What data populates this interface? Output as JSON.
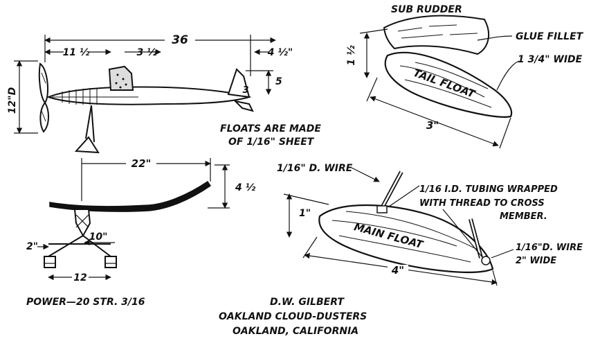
{
  "side_view": {
    "overall_length": "36",
    "nose_to_wing": "11 ½",
    "cockpit": "3 ½",
    "fin_width": "4 ½\"",
    "prop_diameter": "12\"D",
    "fin_height": "5",
    "fin_chord": "3"
  },
  "wing_view": {
    "half_span": "22\"",
    "dihedral": "4 ½",
    "strut_width": "2\"",
    "float_offset": "10\"",
    "float_spacing": "12"
  },
  "tail_float": {
    "label": "TAIL FLOAT",
    "sub_rudder": "SUB RUDDER",
    "glue_fillet": "GLUE FILLET",
    "width": "1 3/4\" WIDE",
    "height": "1 ½",
    "length": "3\""
  },
  "main_float": {
    "label": "MAIN FLOAT",
    "front_wire": "1/16\" D. WIRE",
    "tubing_line1": "1/16 I.D. TUBING WRAPPED",
    "tubing_line2": "WITH THREAD TO CROSS",
    "tubing_line3": "MEMBER.",
    "rear_wire_line1": "1/16\"D. WIRE",
    "rear_wire_line2": "2\" WIDE",
    "height": "1\"",
    "length": "4\""
  },
  "notes": {
    "floats_line1": "FLOATS ARE MADE",
    "floats_line2": "OF 1/16\" SHEET",
    "power": "POWER—20 STR. 3/16"
  },
  "credit": {
    "name": "D.W. GILBERT",
    "club": "OAKLAND CLOUD-DUSTERS",
    "city": "OAKLAND, CALIFORNIA"
  }
}
